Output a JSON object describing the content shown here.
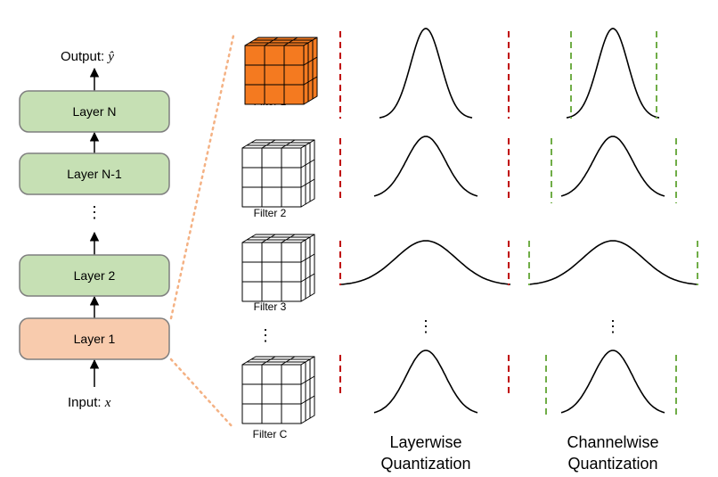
{
  "network": {
    "output_prefix": "Output: ",
    "output_symbol": "ŷ",
    "input_prefix": "Input: ",
    "input_symbol": "x",
    "ellipsis": "⋮",
    "layers": [
      {
        "label": "Layer N",
        "kind": "normal"
      },
      {
        "label": "Layer N-1",
        "kind": "normal"
      },
      {
        "label": "Layer 2",
        "kind": "normal"
      },
      {
        "label": "Layer 1",
        "kind": "highlight"
      }
    ]
  },
  "filters": {
    "items": [
      {
        "label": "Filter 1",
        "highlight": true
      },
      {
        "label": "Filter 2",
        "highlight": false
      },
      {
        "label": "Filter 3",
        "highlight": false
      },
      {
        "label": "Filter C",
        "highlight": false
      }
    ],
    "ellipsis": "⋮"
  },
  "columns": {
    "layerwise": {
      "line1": "Layerwise",
      "line2": "Quantization"
    },
    "channelwise": {
      "line1": "Channelwise",
      "line2": "Quantization"
    },
    "ellipsis": "⋮"
  },
  "colors": {
    "layer_fill": "#c6e0b4",
    "layer_stroke": "#7f7f7f",
    "layer1_fill": "#f8cbad",
    "filter_highlight": "#f47a20",
    "dotted_connector": "#f4b183",
    "layerwise_range": "#c00000",
    "channelwise_range": "#70ad47"
  }
}
